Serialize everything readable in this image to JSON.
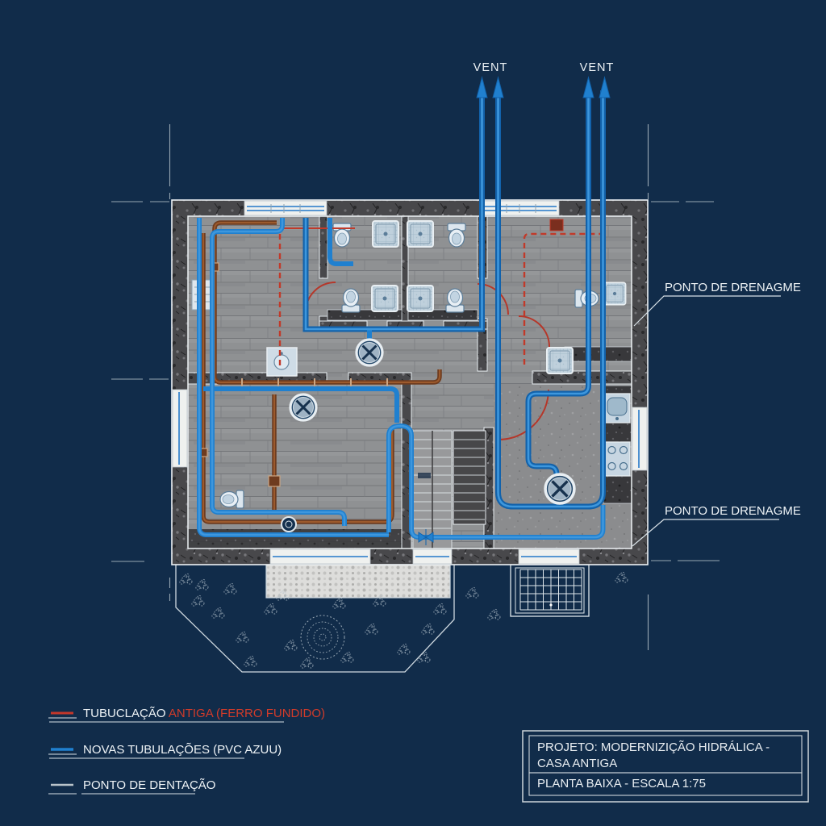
{
  "plan": {
    "vent_label_left": "VENT",
    "vent_label_right": "VENT",
    "drainage_label_top": "PONTO DE DRENAGME",
    "drainage_label_bottom": "PONTO DE DRENAGME"
  },
  "legend": {
    "old_pipe_prefix": "TUBUCLAÇÃO ",
    "old_pipe_highlight": "ANTIGA (FERRO FUNDIDO)",
    "new_pipe_label": "NOVAS TUBULAÇÕES (PVC AZUU)",
    "drain_label": "PONTO DE DENTAÇÃO"
  },
  "title_block": {
    "project": "PROJETO: MODERNIZIÇÃO HIDRÁLICA - CASA ANTIGA",
    "sheet": "PLANTA BAIXA - ESCALA 1:75"
  },
  "colors": {
    "background": "#112c4a",
    "new_pipe_blue": "#2080cf",
    "old_pipe_brown": "#6f3c1f",
    "old_pipe_red": "#c4372b",
    "drawing_white": "#e9eef2"
  }
}
